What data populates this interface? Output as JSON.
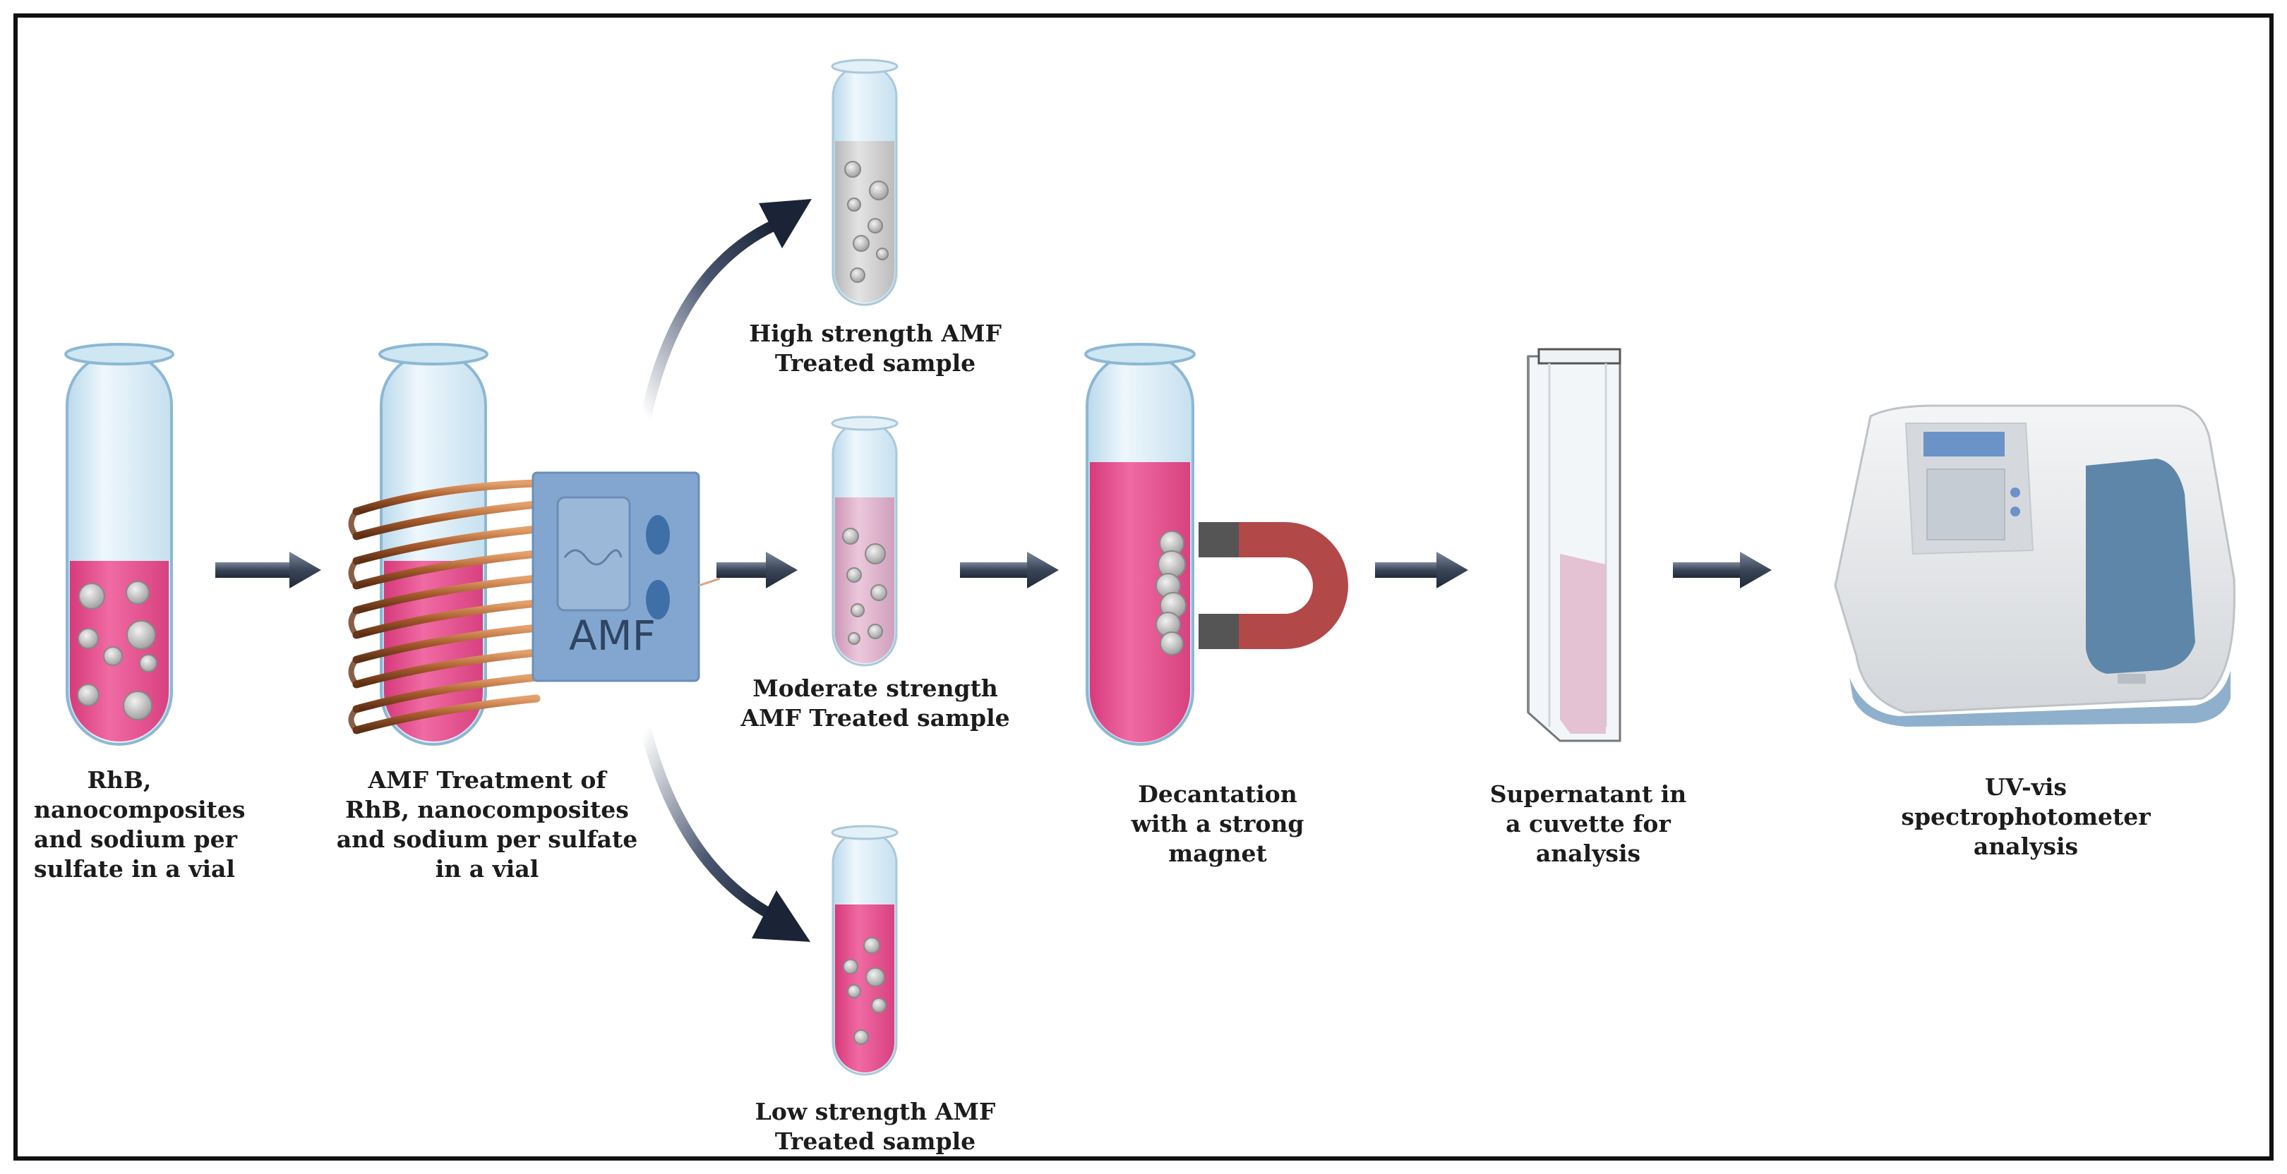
{
  "colors": {
    "pink_liquid": "#e8498a",
    "light_pink_liquid": "#d8a8c4",
    "gray_liquid": "#c8c8c8",
    "glass": "#dceef7",
    "arrow": "#3d4a5c",
    "coil": "#b0683a",
    "device": "#7fa3cc",
    "magnet": "#b34444",
    "spectro_body": "#e9eaec",
    "spectro_panel": "#5c86a8"
  },
  "device": {
    "label": "AMF"
  },
  "labels": {
    "vial": [
      "RhB,",
      "nanocomposites",
      "and sodium per",
      "sulfate in a vial"
    ],
    "treatment": [
      "AMF Treatment of",
      "RhB, nanocomposites",
      "and sodium per sulfate",
      "in a vial"
    ],
    "high": [
      "High strength AMF",
      "Treated sample"
    ],
    "moderate": [
      "Moderate strength",
      "AMF Treated sample"
    ],
    "low": [
      "Low strength AMF",
      "Treated  sample"
    ],
    "decantation": [
      "Decantation",
      "with a strong",
      "magnet"
    ],
    "supernatant": [
      "Supernatant in",
      "a cuvette for",
      "analysis"
    ],
    "uvvis": [
      "UV-vis",
      "spectrophotometer",
      "analysis"
    ]
  }
}
